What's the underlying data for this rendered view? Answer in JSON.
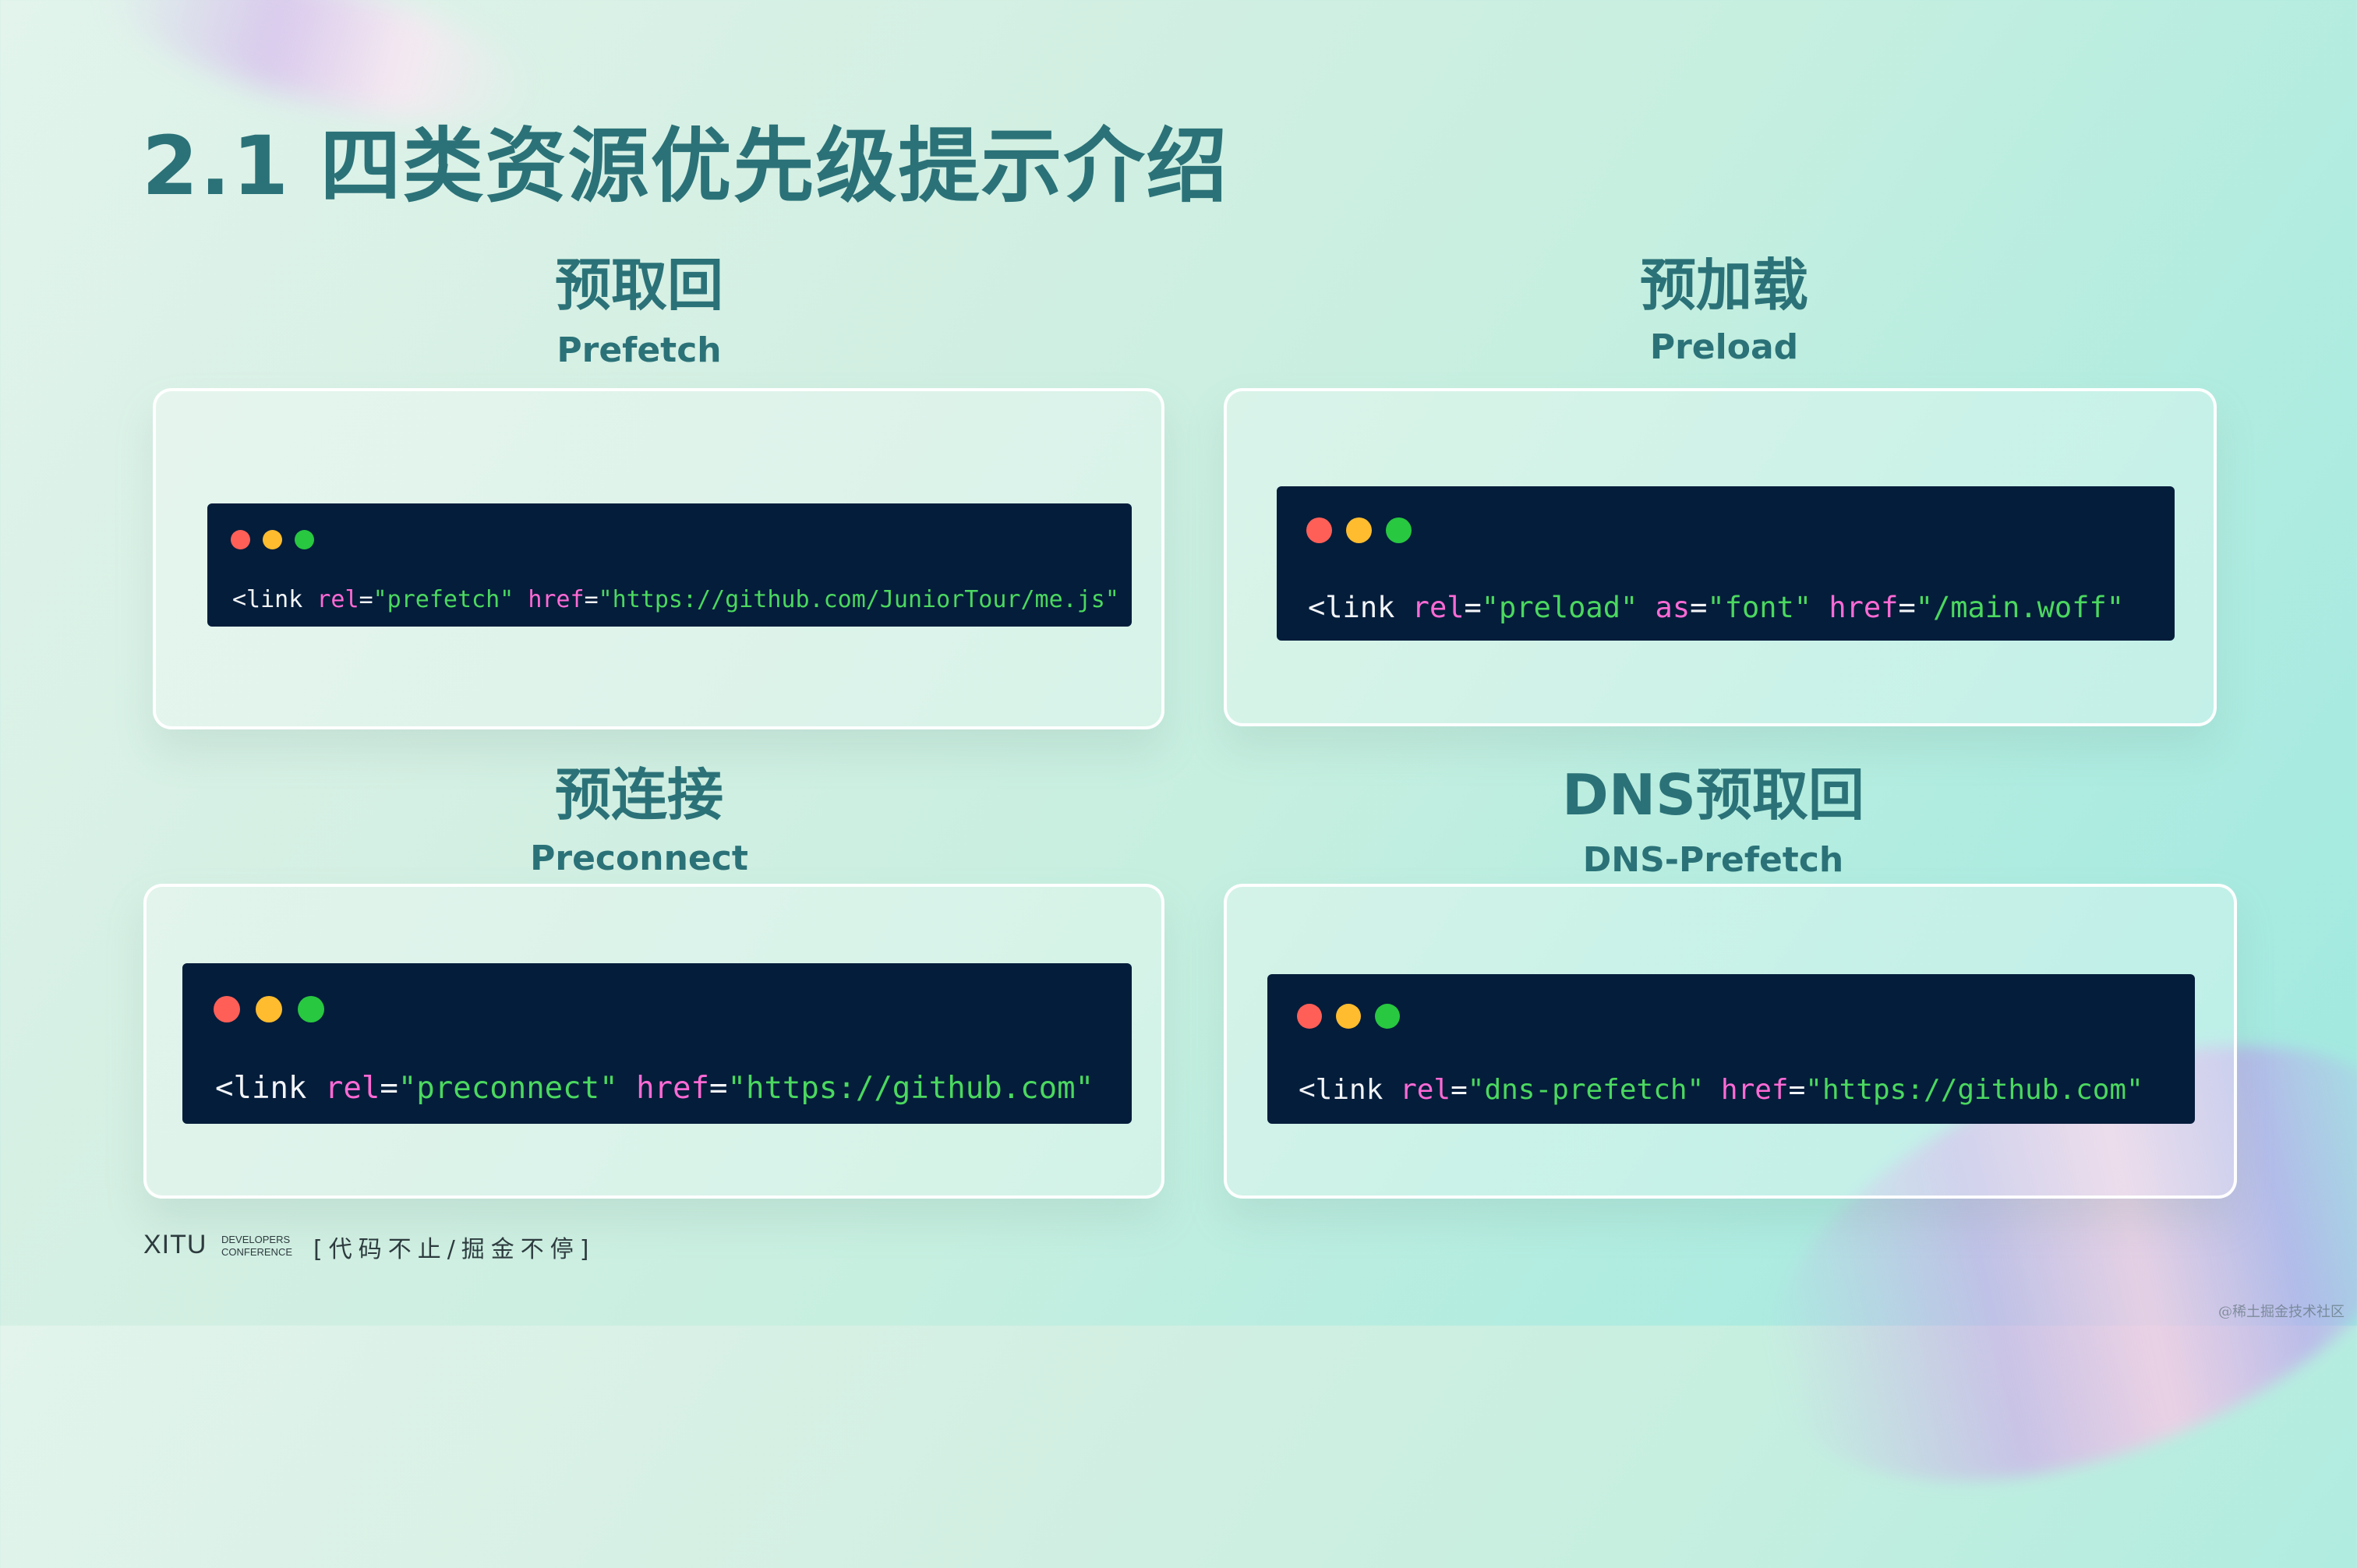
{
  "title": "2.1 四类资源优先级提示介绍",
  "sections": [
    {
      "title": "预取回",
      "subtitle": "Prefetch",
      "code": {
        "tag": "<link",
        "attr1": "rel",
        "val1": "\"prefetch\"",
        "attr2": "href",
        "val2": "\"https://github.com/JuniorTour/me.js\""
      }
    },
    {
      "title": "预加载",
      "subtitle": "Preload",
      "code": {
        "tag": "<link",
        "attr1": "rel",
        "val1": "\"preload\"",
        "attr2": "as",
        "val2": "\"font\"",
        "attr3": "href",
        "val3": "\"/main.woff\""
      }
    },
    {
      "title": "预连接",
      "subtitle": "Preconnect",
      "code": {
        "tag": "<link",
        "attr1": "rel",
        "val1": "\"preconnect\"",
        "attr2": "href",
        "val2": "\"https://github.com\""
      }
    },
    {
      "title": "DNS预取回",
      "subtitle": "DNS-Prefetch",
      "code": {
        "tag": "<link",
        "attr1": "rel",
        "val1": "\"dns-prefetch\"",
        "attr2": "href",
        "val2": "\"https://github.com\""
      }
    }
  ],
  "footer": {
    "logo": "XITU",
    "logo_line1": "DEVELOPERS",
    "logo_line2": "CONFERENCE",
    "slogan": "[代码不止/掘金不停]"
  },
  "watermark": "@稀土掘金技术社区",
  "colors": {
    "dot_red": "#ff5f57",
    "dot_yellow": "#febc2e",
    "dot_green": "#28c840",
    "editor_bg": "#041d3b",
    "keyword": "#ff6ad5",
    "string": "#4bd85f",
    "heading": "#2b7278"
  }
}
